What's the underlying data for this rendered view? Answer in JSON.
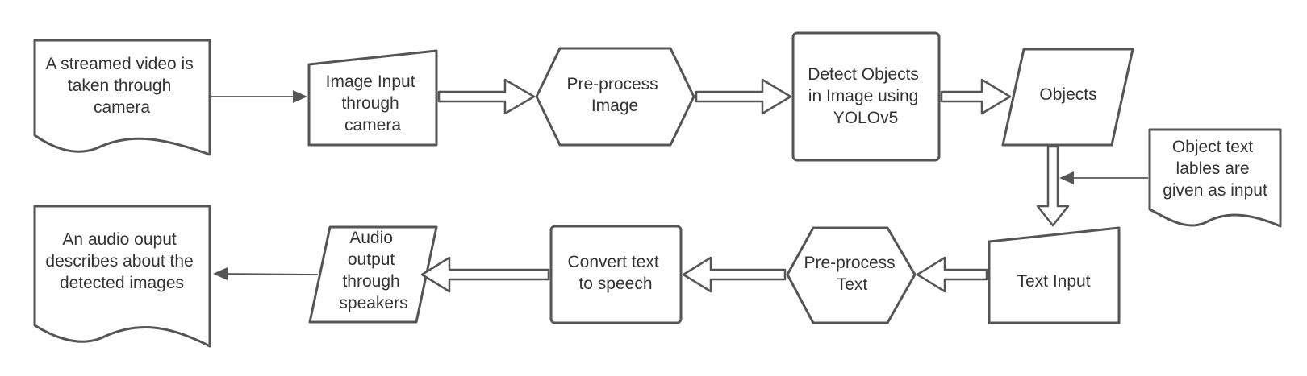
{
  "nodes": {
    "streamed_video": {
      "lines": [
        "A streamed video is",
        "taken through",
        "camera"
      ]
    },
    "image_input": {
      "lines": [
        "Image Input",
        "through",
        "camera"
      ]
    },
    "preprocess_image": {
      "lines": [
        "Pre-process",
        "Image"
      ]
    },
    "detect_objects": {
      "lines": [
        "Detect Objects",
        "in Image using",
        "YOLOv5"
      ]
    },
    "objects": {
      "lines": [
        "Objects"
      ]
    },
    "object_text_labels": {
      "lines": [
        "Object text",
        "lables are",
        "given as input"
      ]
    },
    "text_input": {
      "lines": [
        "Text Input"
      ]
    },
    "preprocess_text": {
      "lines": [
        "Pre-process",
        "Text"
      ]
    },
    "convert_text": {
      "lines": [
        "Convert text",
        "to speech"
      ]
    },
    "audio_output": {
      "lines": [
        "Audio",
        "output",
        "through",
        "speakers"
      ]
    },
    "audio_description": {
      "lines": [
        "An audio ouput",
        "describes about the",
        "detected images"
      ]
    }
  },
  "colors": {
    "stroke": "#555555",
    "fill": "#ffffff",
    "text": "#333333"
  }
}
